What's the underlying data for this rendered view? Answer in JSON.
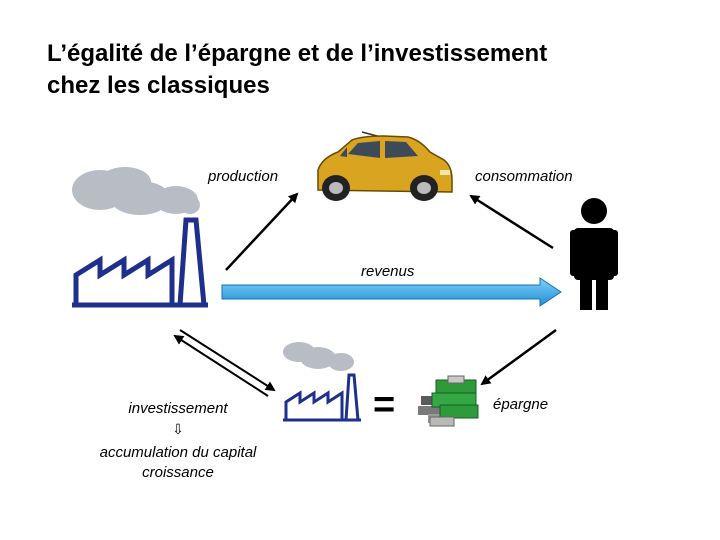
{
  "title": {
    "line1": "L’égalité de l’épargne et de l’investissement",
    "line2": "chez les classiques"
  },
  "labels": {
    "production": "production",
    "consommation": "consommation",
    "revenus": "revenus",
    "epargne": "épargne",
    "investissement": "investissement",
    "down_arrow": "⇩",
    "accumulation": "accumulation du capital",
    "croissance": "croissance",
    "equals": "="
  },
  "colors": {
    "factory": "#1f2f8c",
    "smoke": "#b8bcc4",
    "car_body": "#d9a520",
    "person": "#000000",
    "revenus_arrow": "#2fa8e8",
    "money": "#2e9a3a"
  },
  "icons": [
    "factory-icon",
    "smoke-icon",
    "car-icon",
    "person-icon",
    "money-icon"
  ]
}
